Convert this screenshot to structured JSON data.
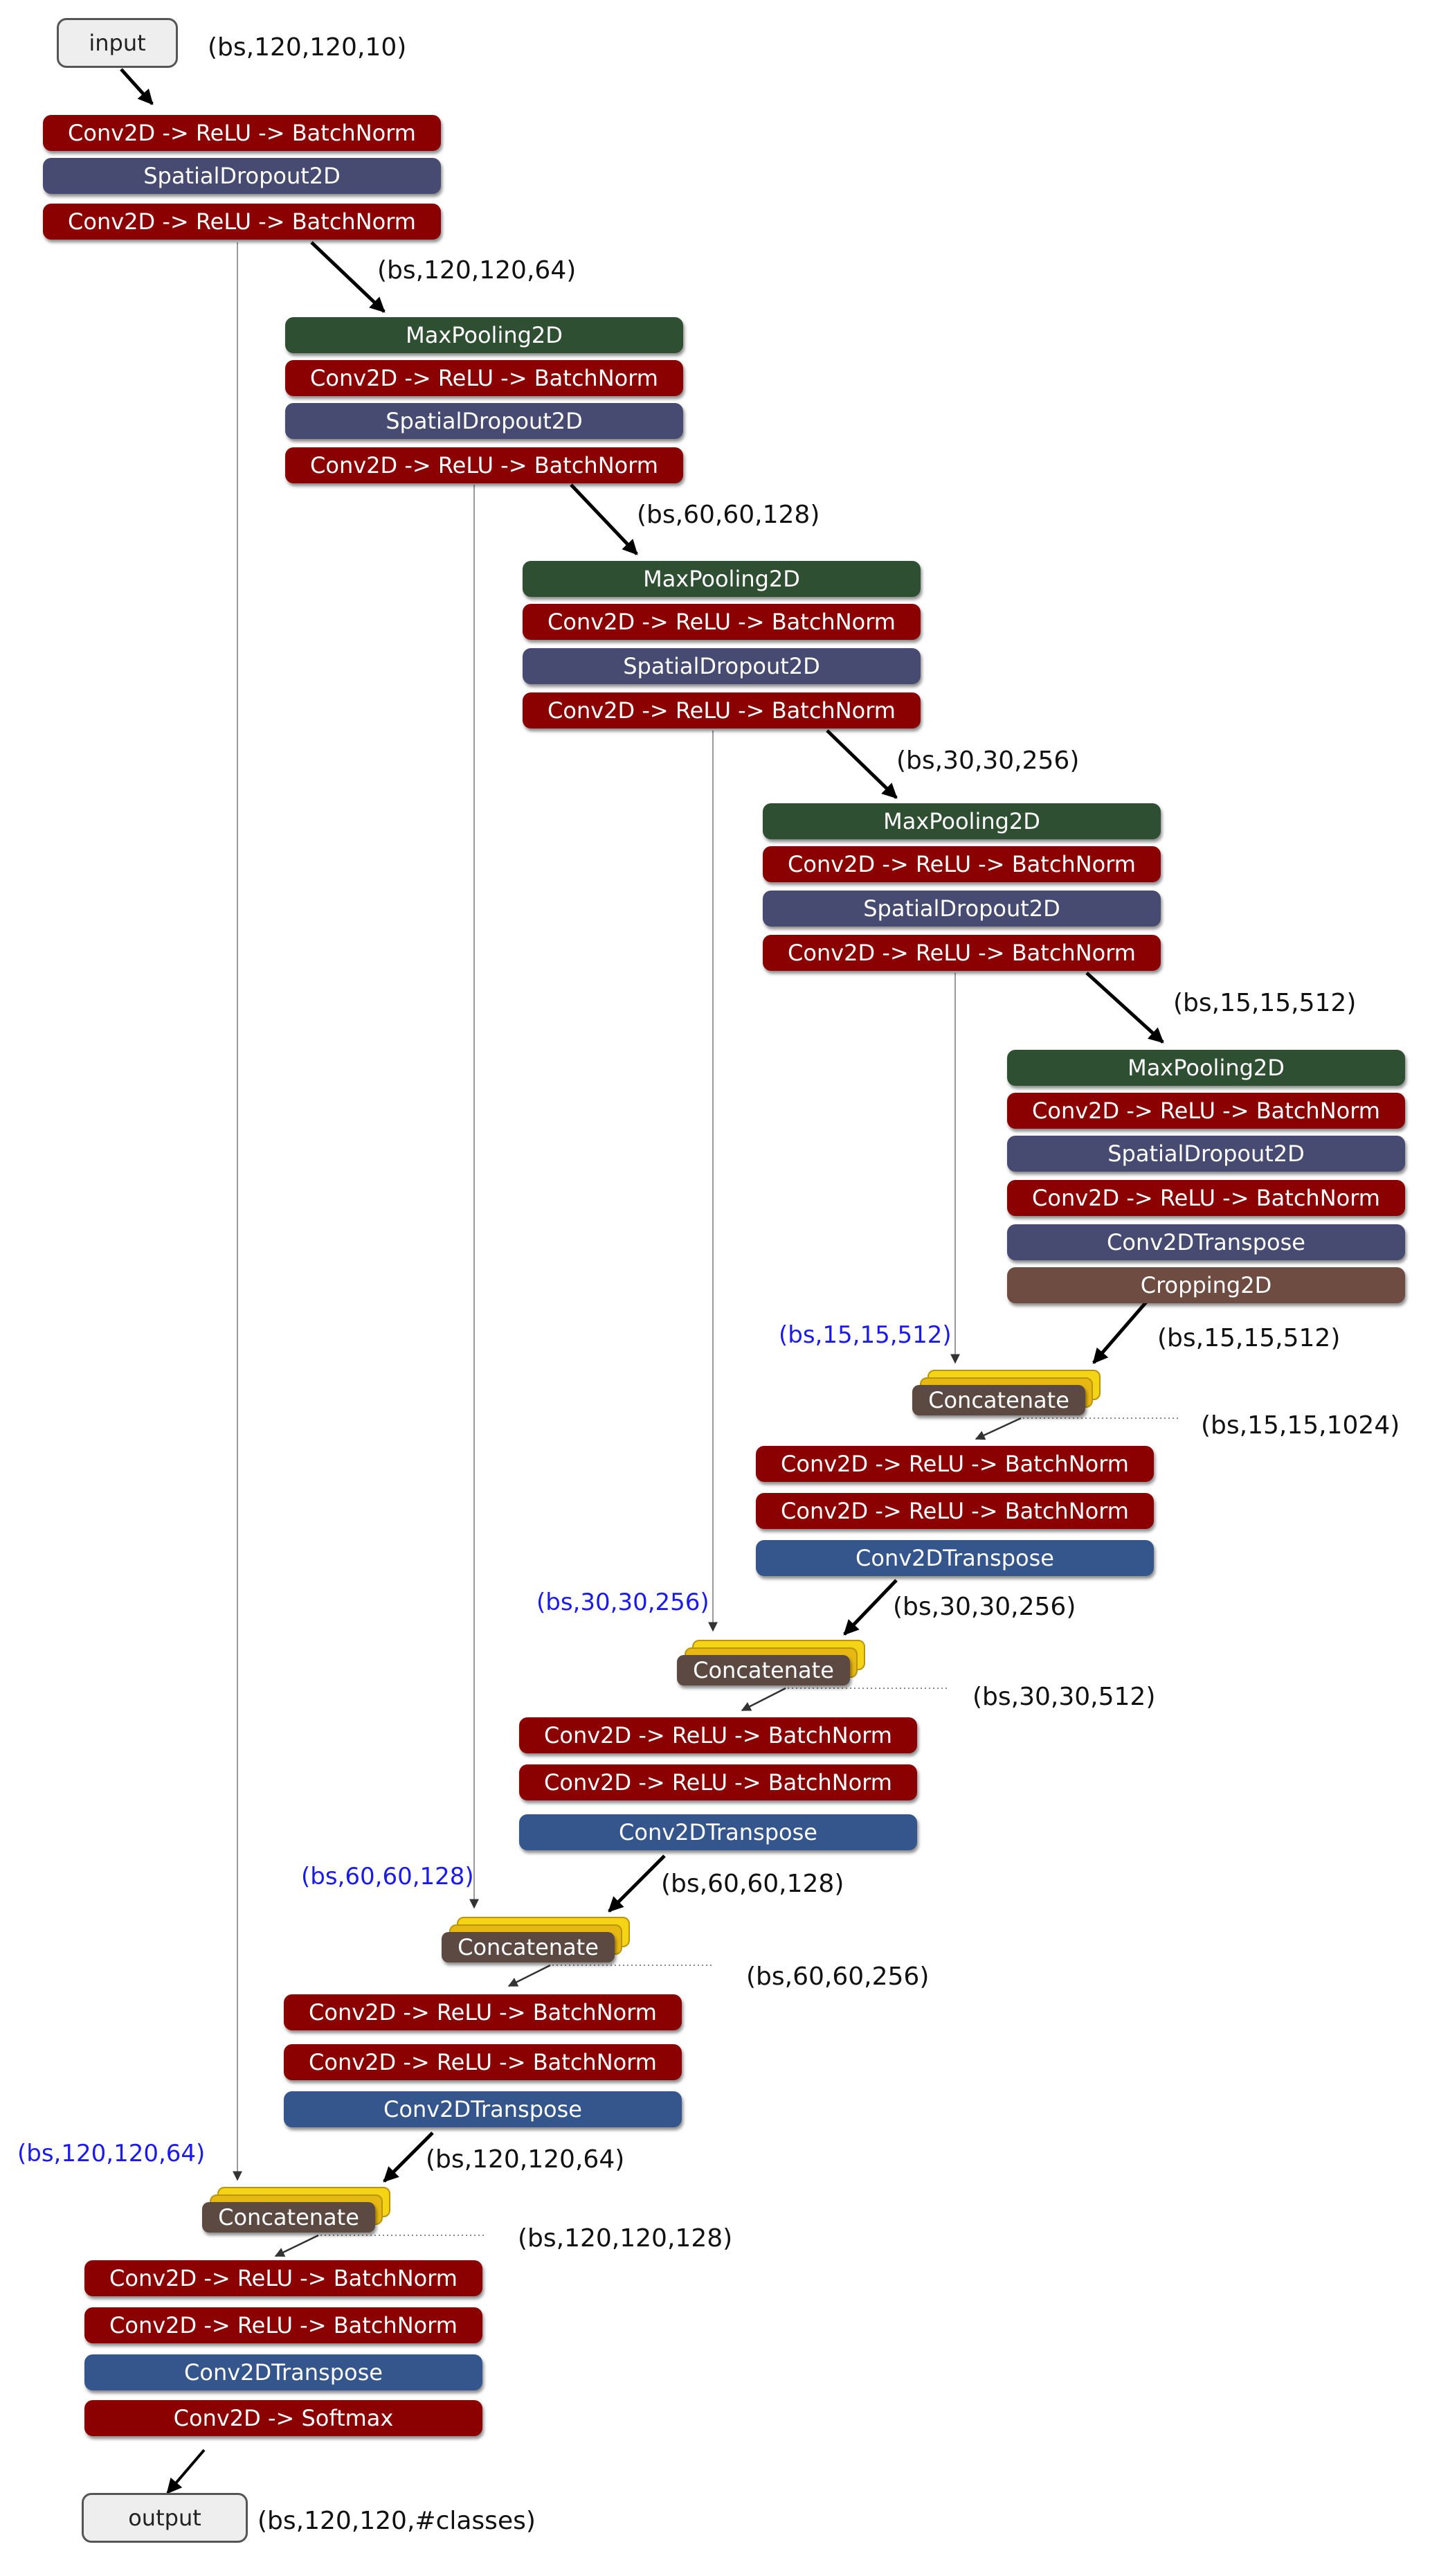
{
  "colors": {
    "conv": "#8b0000",
    "dropout": "#474b72",
    "pool": "#2e4f32",
    "transpose": "#34568c",
    "cropping": "#6e4c42",
    "concat": "#5c4a42",
    "concat_stack": "#f5d416",
    "skip_label": "#1a1aee"
  },
  "nodes": {
    "input": "input",
    "output": "output"
  },
  "layers": {
    "conv_bn": "Conv2D -> ReLU -> BatchNorm",
    "dropout": "SpatialDropout2D",
    "pool": "MaxPooling2D",
    "transpose": "Conv2DTranspose",
    "cropping": "Cropping2D",
    "concat": "Concatenate",
    "softmax": "Conv2D -> Softmax"
  },
  "shapes": {
    "input": "(bs,120,120,10)",
    "enc1": "(bs,120,120,64)",
    "enc2": "(bs,60,60,128)",
    "enc3": "(bs,30,30,256)",
    "enc4": "(bs,15,15,512)",
    "crop": "(bs,15,15,512)",
    "cat4": "(bs,15,15,1024)",
    "up3": "(bs,30,30,256)",
    "cat3": "(bs,30,30,512)",
    "up2": "(bs,60,60,128)",
    "cat2": "(bs,60,60,256)",
    "up1": "(bs,120,120,64)",
    "cat1": "(bs,120,120,128)",
    "output": "(bs,120,120,#classes)"
  },
  "skip_labels": {
    "s4": "(bs,15,15,512)",
    "s3": "(bs,30,30,256)",
    "s2": "(bs,60,60,128)",
    "s1": "(bs,120,120,64)"
  }
}
